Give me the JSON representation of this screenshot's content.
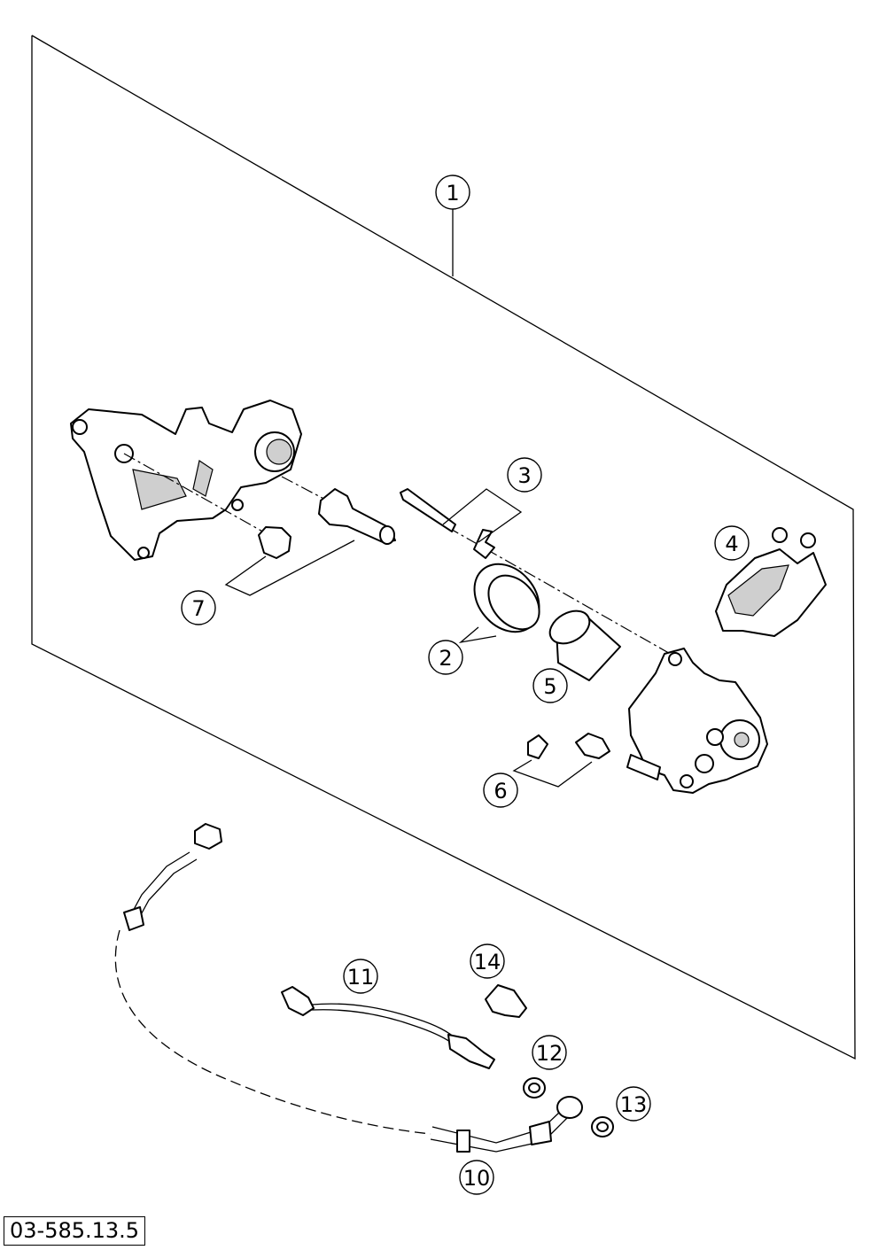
{
  "drawing_number": "03-585.13.5",
  "callouts": [
    {
      "label": "1"
    },
    {
      "label": "2"
    },
    {
      "label": "3"
    },
    {
      "label": "4"
    },
    {
      "label": "5"
    },
    {
      "label": "6"
    },
    {
      "label": "7"
    },
    {
      "label": "10"
    },
    {
      "label": "11"
    },
    {
      "label": "12"
    },
    {
      "label": "13"
    },
    {
      "label": "14"
    }
  ]
}
